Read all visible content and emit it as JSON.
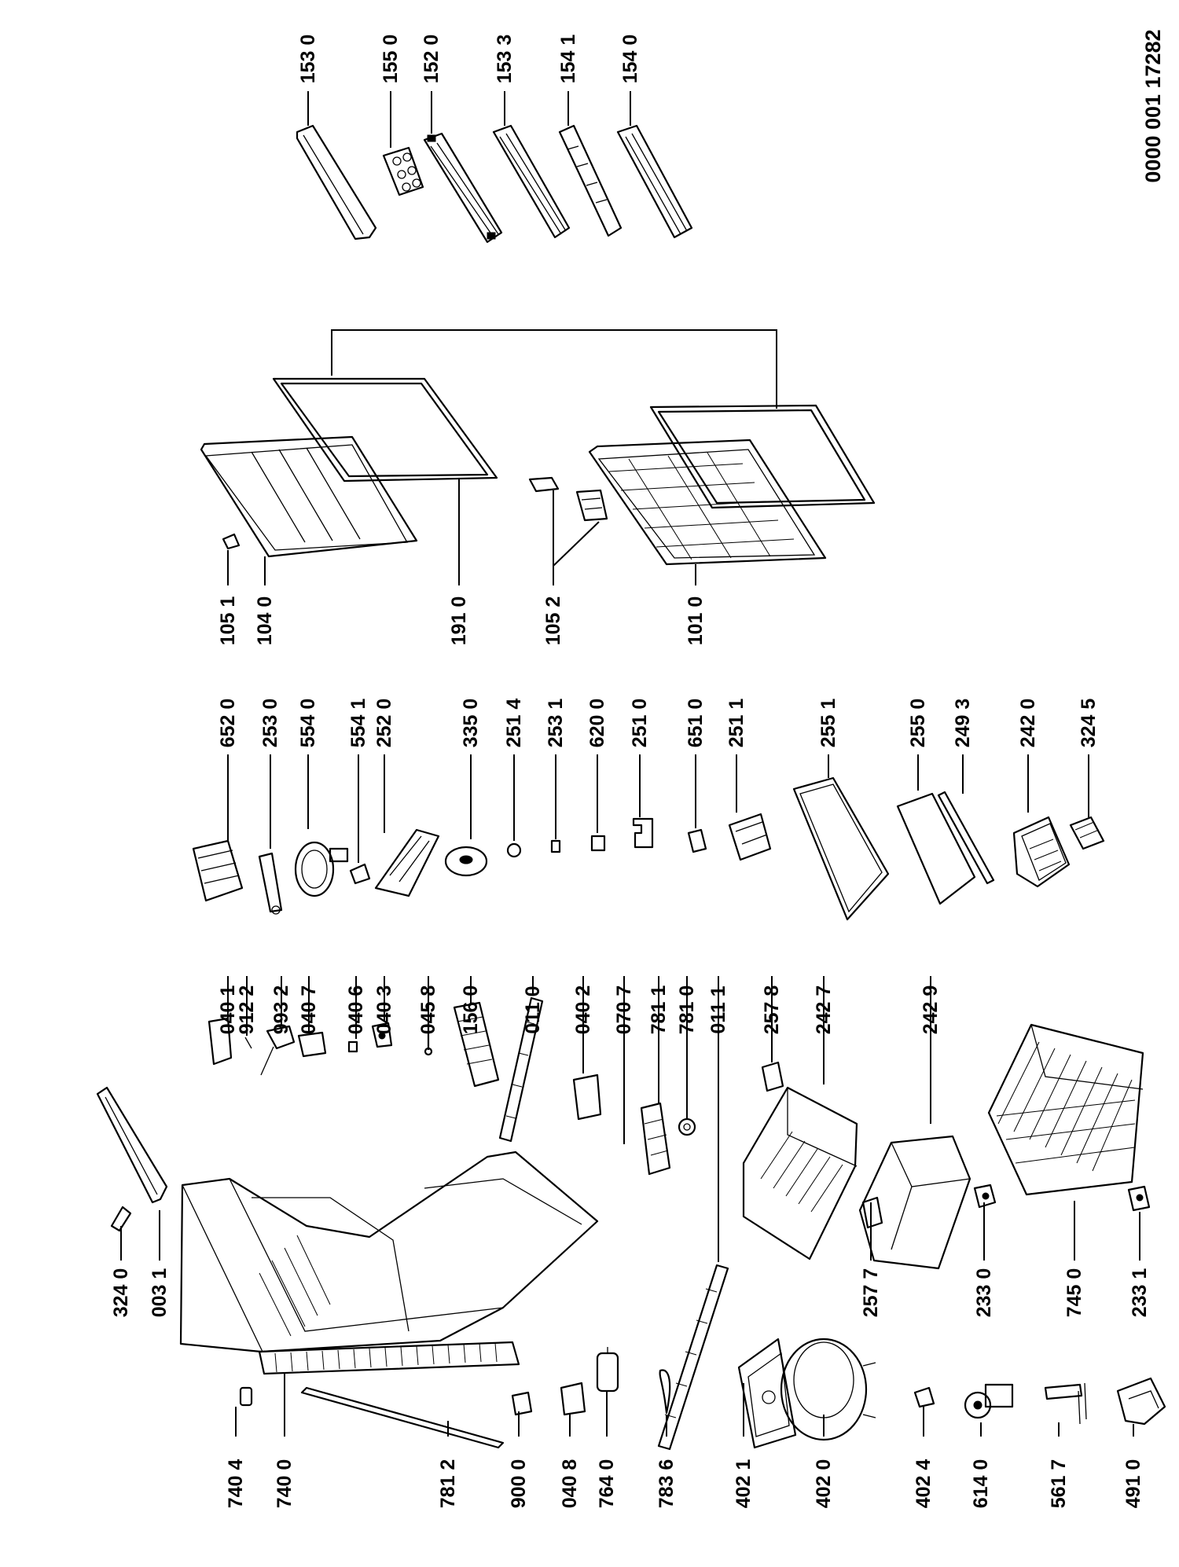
{
  "document_number": "0000 001 17282",
  "part_numbers": {
    "p1530": "153 0",
    "p1550": "155 0",
    "p1520": "152 0",
    "p1533": "153 3",
    "p1541": "154 1",
    "p1540": "154 0",
    "p1051": "105 1",
    "p1040": "104 0",
    "p1910": "191 0",
    "p1052": "105 2",
    "p1010": "101 0",
    "p6520": "652 0",
    "p2530": "253 0",
    "p5540": "554 0",
    "p5541": "554 1",
    "p2520": "252 0",
    "p3350": "335 0",
    "p2514": "251 4",
    "p2531": "253 1",
    "p6200": "620 0",
    "p2510": "251 0",
    "p6510": "651 0",
    "p2511": "251 1",
    "p2551": "255 1",
    "p2550": "255 0",
    "p2493": "249 3",
    "p2420": "242 0",
    "p3245": "324 5",
    "p0401": "040 1",
    "p9122": "912 2",
    "p9932": "993 2",
    "p0407": "040 7",
    "p0406": "040 6",
    "p0403": "040 3",
    "p0458": "045 8",
    "p1560": "156 0",
    "p0110": "011 0",
    "p0402": "040 2",
    "p0707": "070 7",
    "p7811": "781 1",
    "p7810": "781 0",
    "p0111": "011 1",
    "p2578": "257 8",
    "p2427": "242 7",
    "p2429": "242 9",
    "p3240": "324 0",
    "p0031": "003 1",
    "p2577": "257 7",
    "p2330": "233 0",
    "p7450": "745 0",
    "p2331": "233 1",
    "p7404": "740 4",
    "p7400": "740 0",
    "p7812": "781 2",
    "p9000": "900 0",
    "p0408": "040 8",
    "p7640": "764 0",
    "p7836": "783 6",
    "p4021": "402 1",
    "p4020": "402 0",
    "p4024": "402 4",
    "p6140": "614 0",
    "p5617": "561 7",
    "p4910": "491 0"
  }
}
